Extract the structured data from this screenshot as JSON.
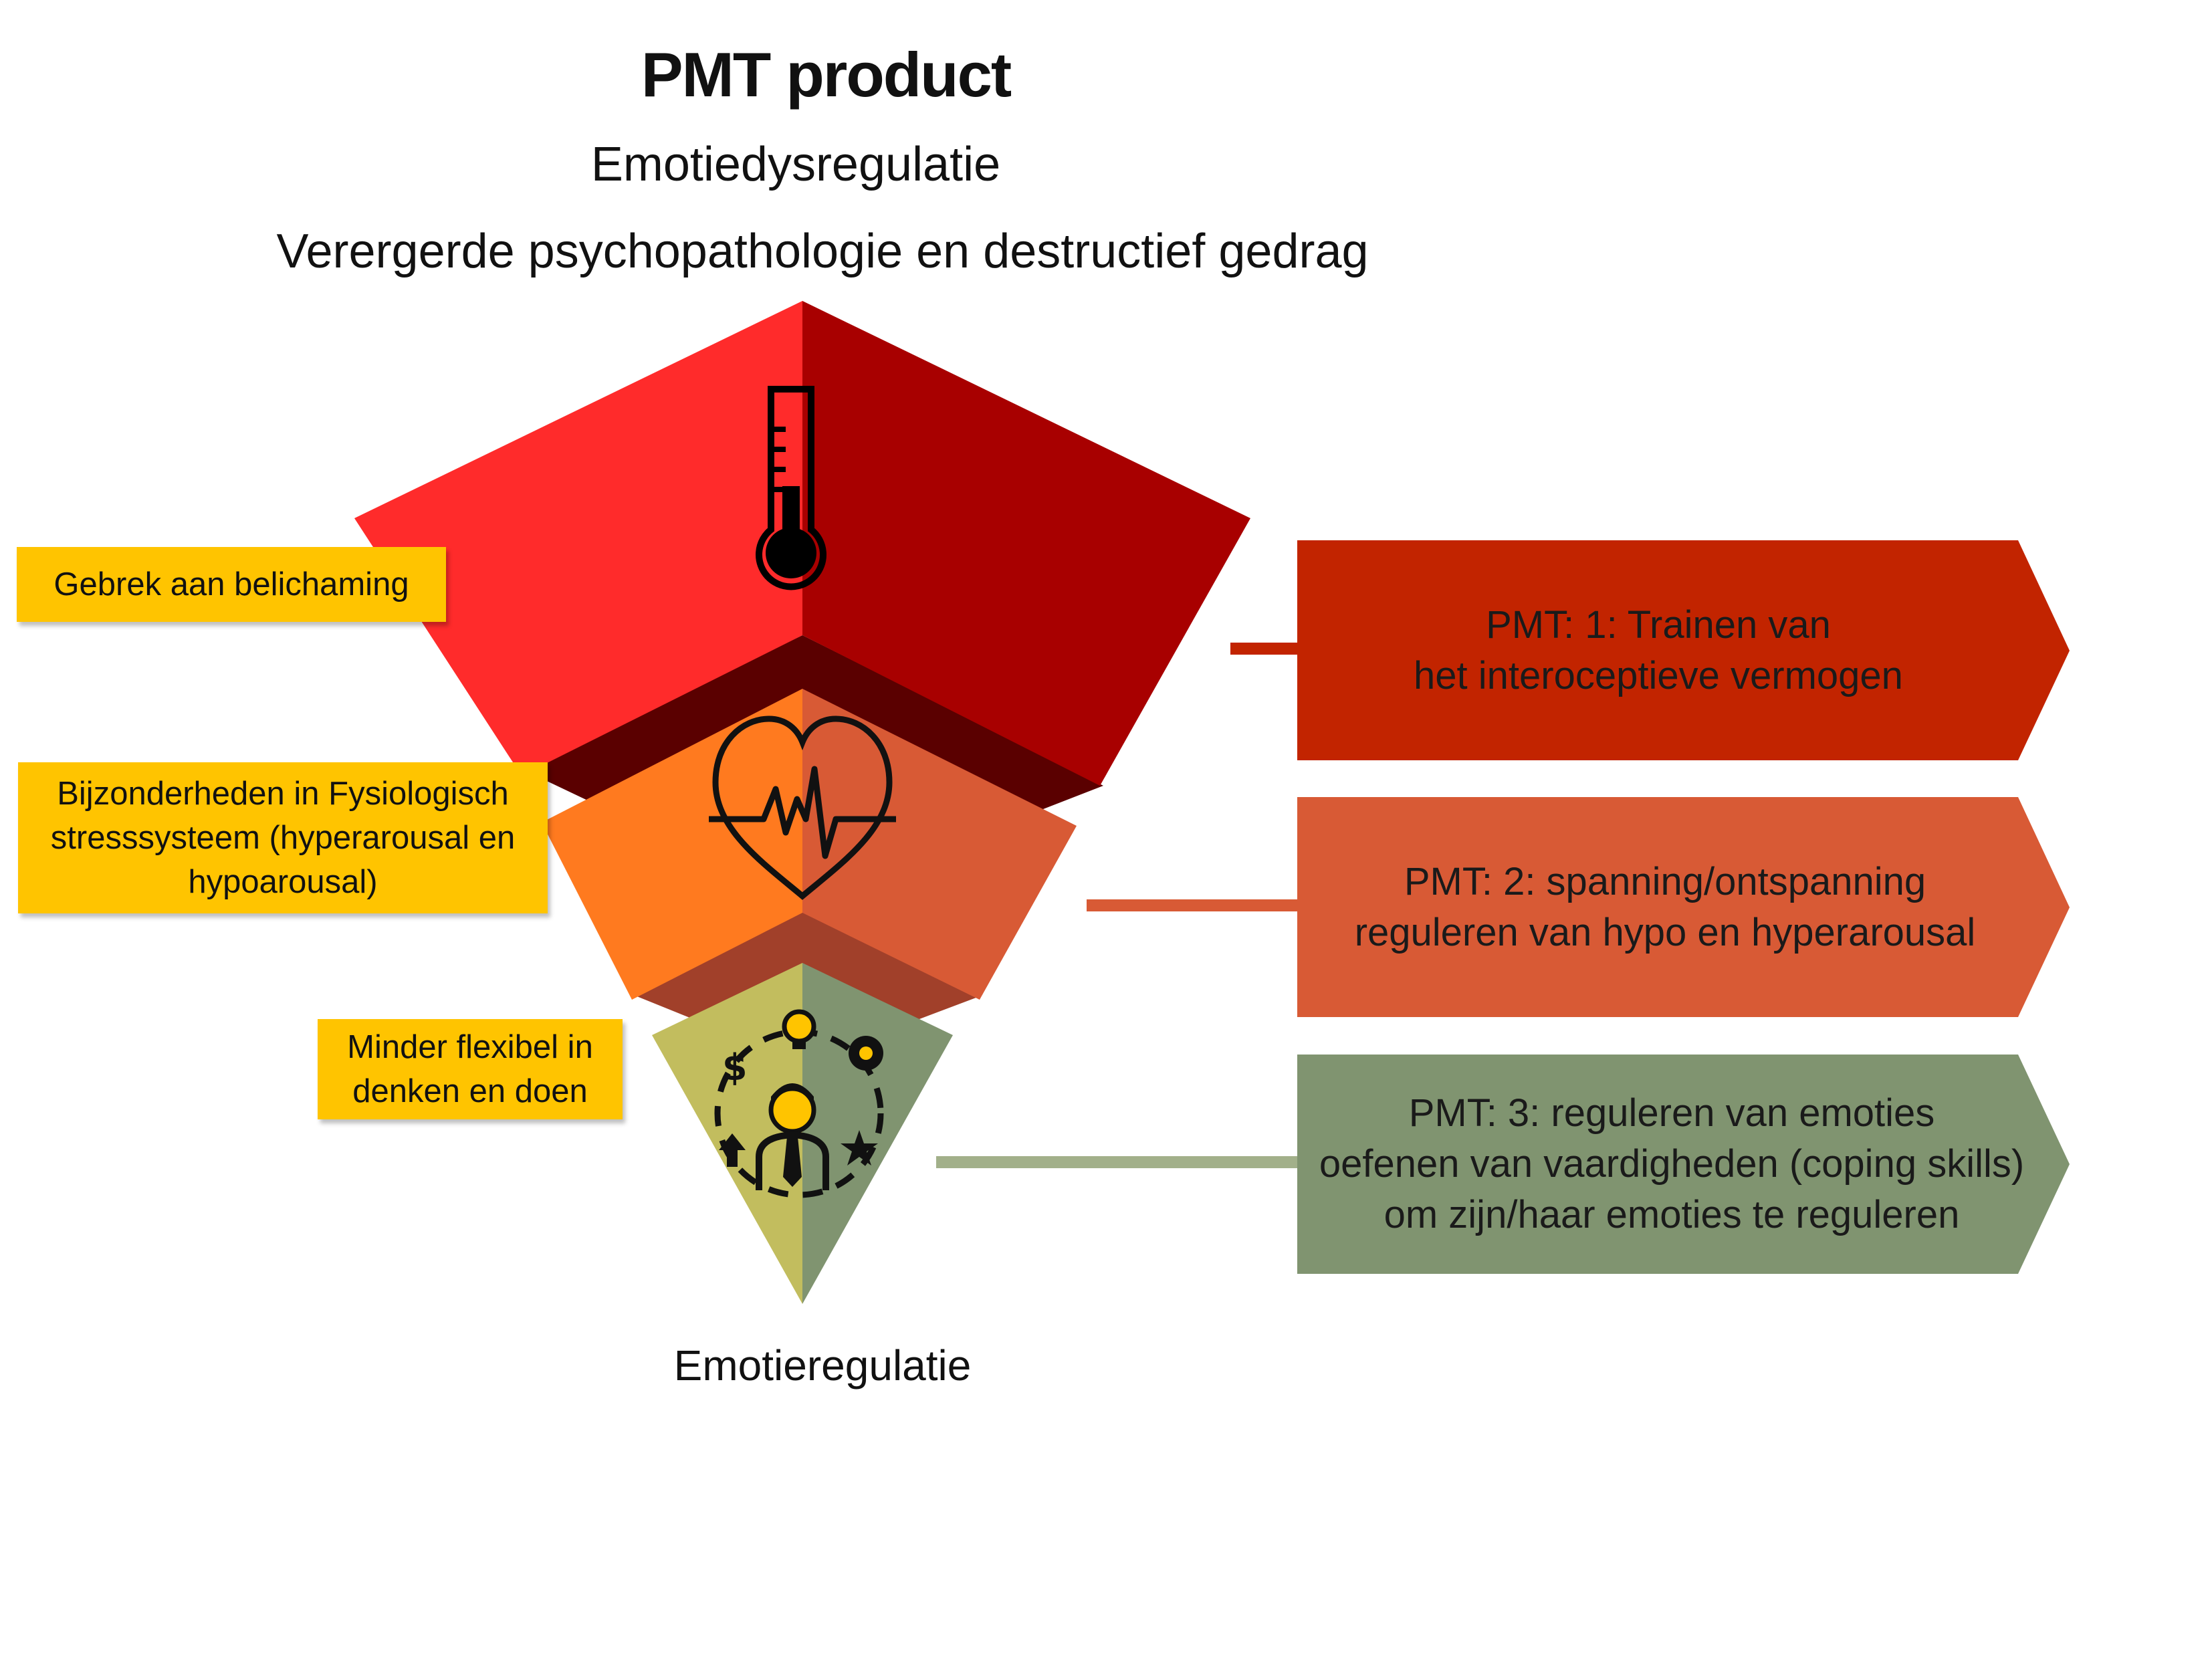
{
  "title": "PMT product",
  "subtitle_top": "Emotiedysregulatie",
  "subtitle_second": "Verergerde psychopathologie en destructief gedrag",
  "bottom_label": "Emotieregulatie",
  "notes": [
    {
      "text": "Gebrek aan belichaming"
    },
    {
      "text": "Bijzonderheden in Fysiologisch\nstresssysteem (hyperarousal en\nhypoarousal)"
    },
    {
      "text": "Minder flexibel in\ndenken en doen"
    }
  ],
  "arrows": [
    {
      "text": "PMT: 1: Trainen van\nhet interoceptieve vermogen",
      "color": "#c22400"
    },
    {
      "text": "PMT: 2: spanning/ontspanning\nreguleren van hypo en hyperarousal",
      "color": "#d85a35"
    },
    {
      "text": "PMT: 3: reguleren van emoties\noefenen van vaardigheden (coping skills)\nom zijn/haar emoties te reguleren",
      "color": "#809470"
    }
  ],
  "colors": {
    "top_left": "#ff2b2b",
    "top_right": "#a80000",
    "top_shadow": "#5a0000",
    "mid_left": "#ff7a1f",
    "mid_right": "#d85a35",
    "mid_shadow": "#a1402a",
    "bot_left": "#c2bd5e",
    "bot_right": "#809470",
    "note_bg": "#ffc400",
    "connector_3": "#a2b08a"
  },
  "icons": [
    "thermometer-icon",
    "heart-pulse-icon",
    "person-ideas-icon"
  ]
}
